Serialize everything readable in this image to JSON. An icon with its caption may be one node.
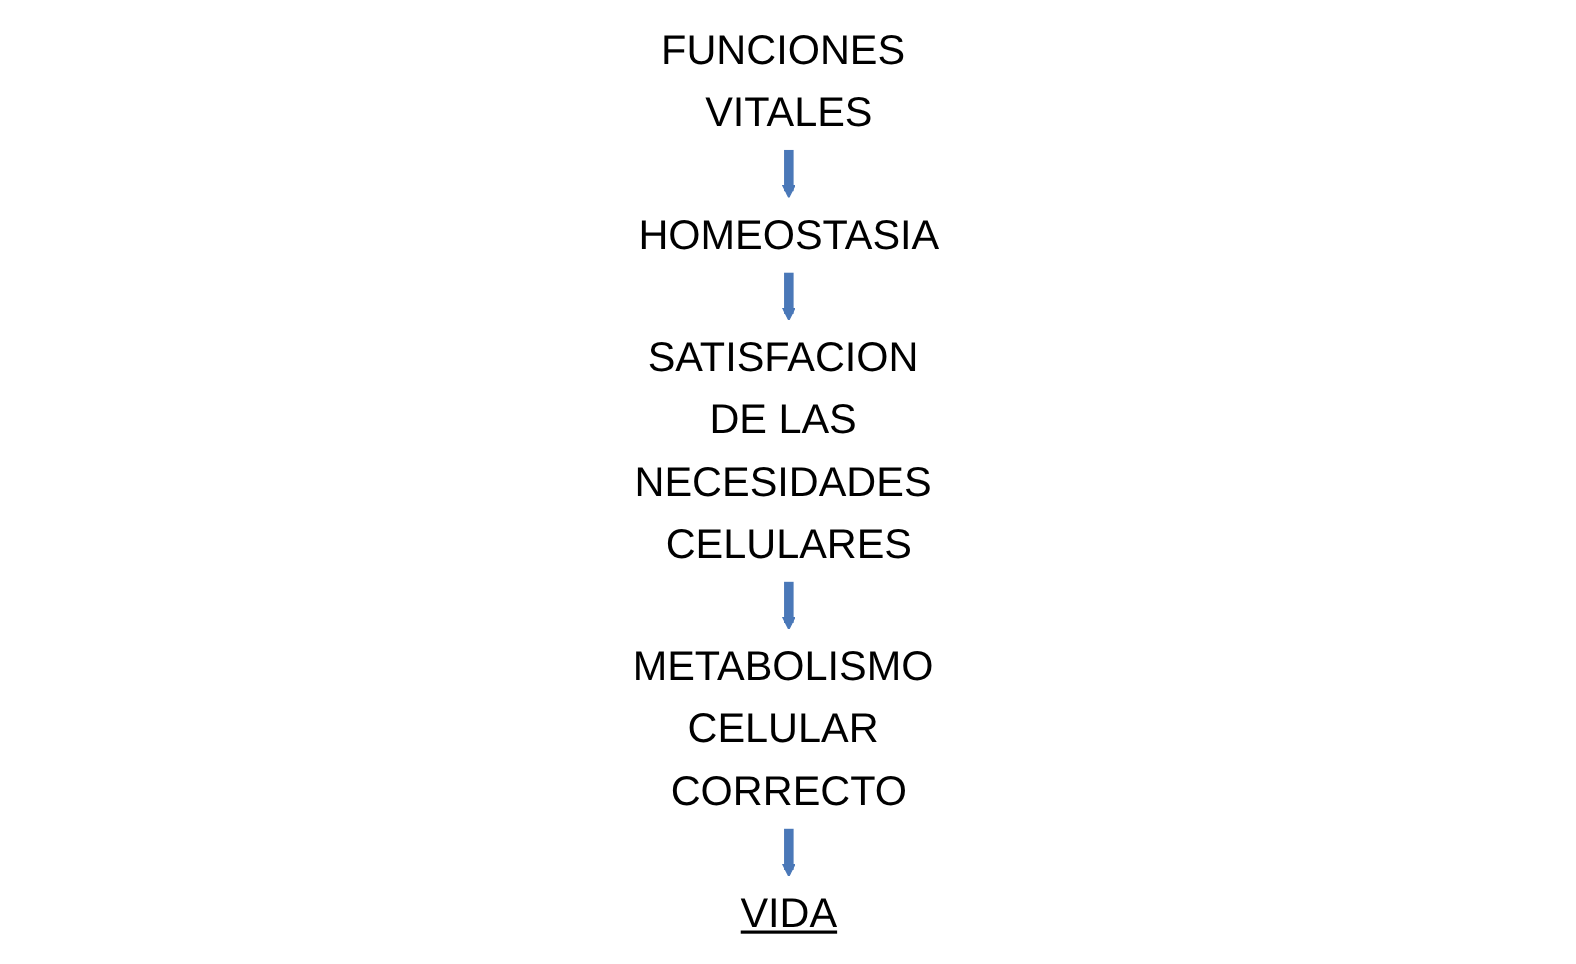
{
  "diagram": {
    "nodes": [
      {
        "text": [
          "FUNCIONES VITALES"
        ]
      },
      {
        "text": [
          "HOMEOSTASIA"
        ]
      },
      {
        "text": [
          "SATISFACION DE LAS NECESIDADES CELULARES"
        ]
      },
      {
        "text": [
          "METABOLISMO CELULAR CORRECTO"
        ]
      },
      {
        "text": [
          "VIDA"
        ]
      }
    ],
    "edges": [
      {
        "from": 0,
        "to": 1,
        "arrow": "to"
      },
      {
        "from": 1,
        "to": 2,
        "arrow": "to"
      },
      {
        "from": 2,
        "to": 3,
        "arrow": "to"
      },
      {
        "from": 3,
        "to": 4,
        "arrow": "to"
      }
    ]
  }
}
